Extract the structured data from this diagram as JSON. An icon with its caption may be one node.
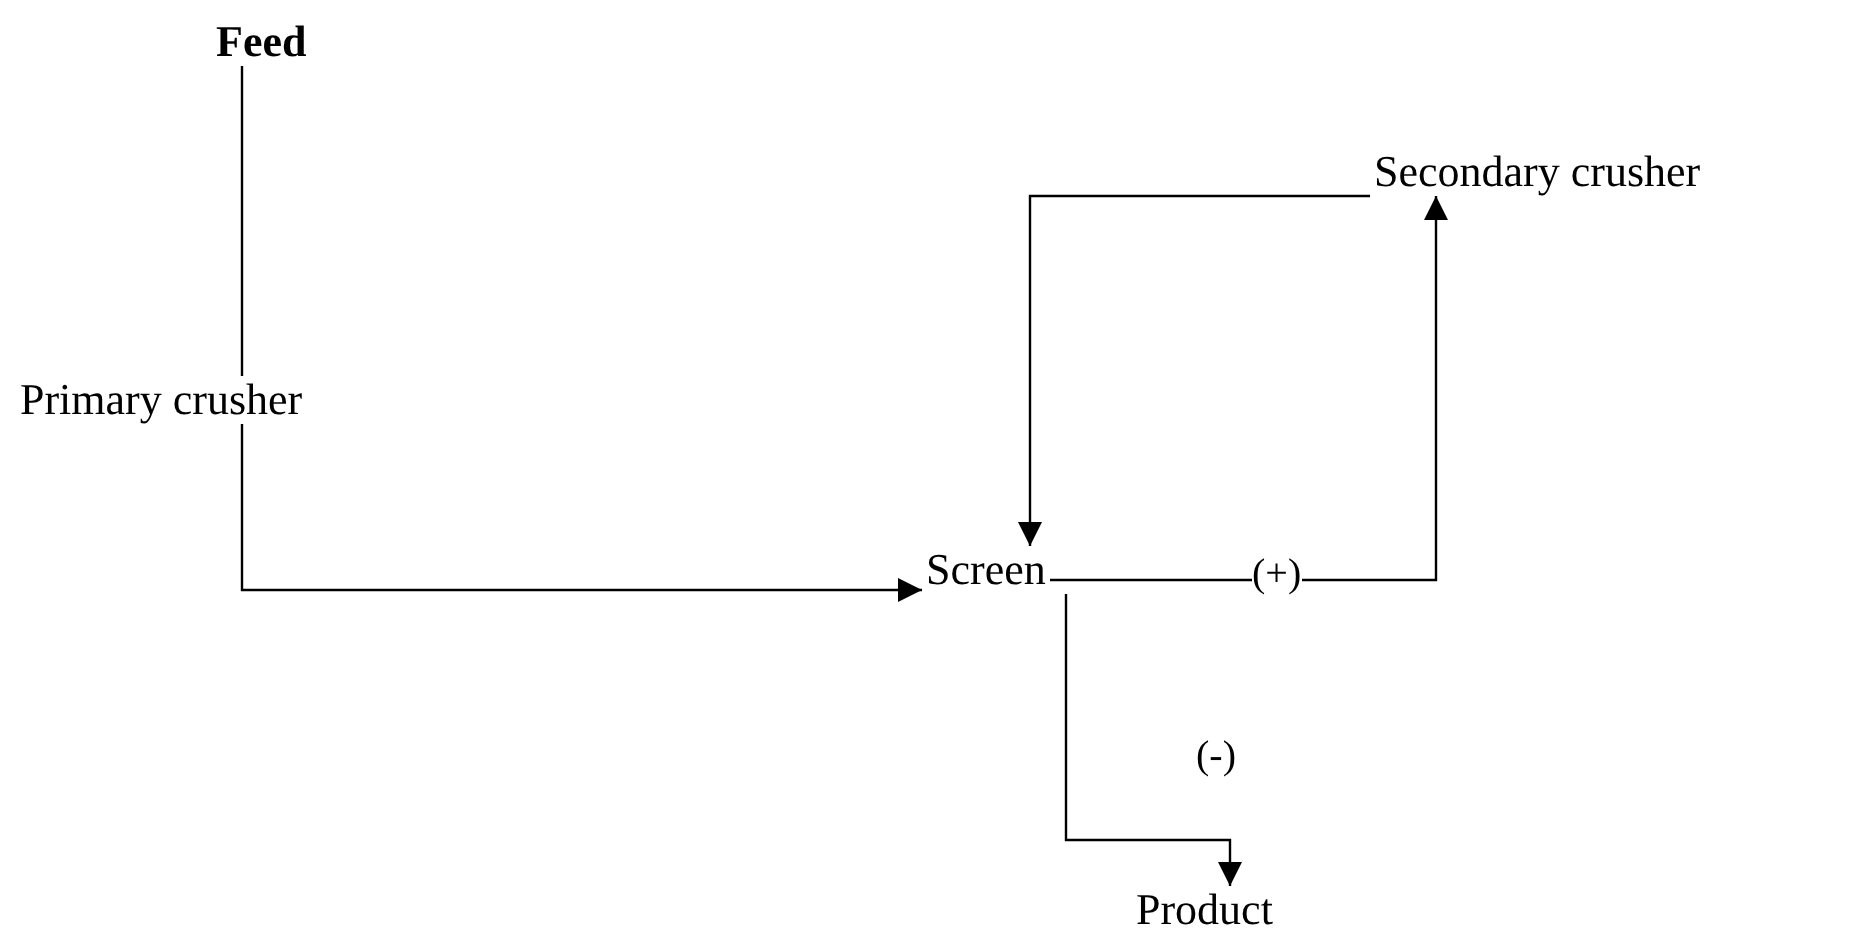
{
  "diagram": {
    "nodes": [
      {
        "text": [
          "Feed"
        ]
      },
      {
        "text": [
          "Primary crusher"
        ]
      },
      {
        "text": [
          "Screen"
        ]
      },
      {
        "text": [
          "Secondary crusher"
        ]
      },
      {
        "text": [
          "Product"
        ]
      }
    ],
    "edges": [
      {
        "from": 0,
        "to": 1,
        "arrow": "none"
      },
      {
        "from": 1,
        "to": 2,
        "arrow": "to"
      },
      {
        "from": 2,
        "to": 3,
        "arrow": "to",
        "label": "(+)"
      },
      {
        "from": 3,
        "to": 2,
        "arrow": "to"
      },
      {
        "from": 2,
        "to": 4,
        "arrow": "to",
        "label": "(-)"
      }
    ]
  }
}
